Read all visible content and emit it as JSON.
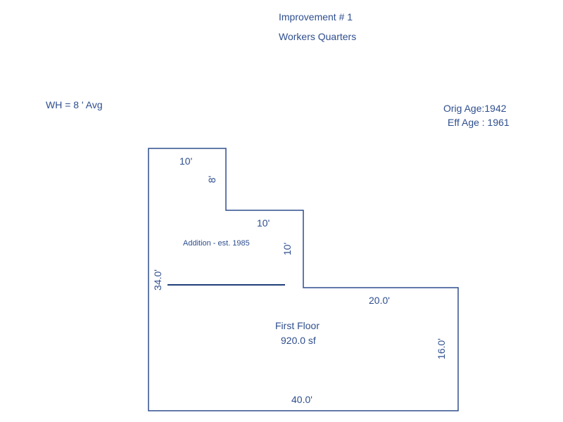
{
  "header": {
    "improvement": "Improvement # 1",
    "building_name": "Workers Quarters"
  },
  "info": {
    "wall_height": "WH = 8 ' Avg",
    "orig_age": "Orig Age:1942",
    "eff_age": "Eff Age : 1961"
  },
  "plan": {
    "labels": {
      "top_width": "10'",
      "notch_depth": "8'",
      "step_width": "10'",
      "step_depth": "10'",
      "addition_note": "Addition - est. 1985",
      "left_height": "34.0'",
      "right_top_width": "20.0'",
      "right_height": "16.0'",
      "bottom_width": "40.0'",
      "floor_name": "First Floor",
      "floor_area": "920.0 sf"
    }
  },
  "colors": {
    "outline": "#2e4e8e",
    "divider": "#1f3f78",
    "text": "#2e4e8e"
  }
}
